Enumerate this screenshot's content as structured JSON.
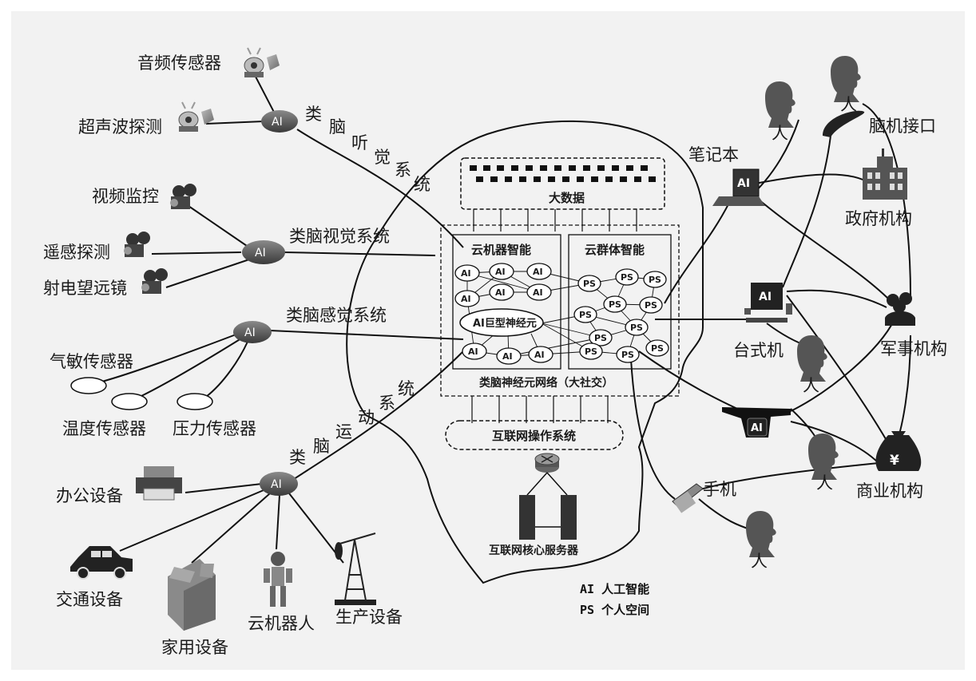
{
  "labels": {
    "audio_sensor": "音频传感器",
    "ultrasonic": "超声波探测",
    "video_monitor": "视频监控",
    "remote_sensing": "遥感探测",
    "radio_telescope": "射电望远镜",
    "gas_sensor": "气敏传感器",
    "temp_sensor": "温度传感器",
    "pressure_sensor": "压力传感器",
    "office": "办公设备",
    "traffic": "交通设备",
    "home": "家用设备",
    "robot": "云机器人",
    "production": "生产设备",
    "laptop": "笔记本",
    "person": "人",
    "bci": "脑机接口",
    "gov": "政府机构",
    "desktop": "台式机",
    "military": "军事机构",
    "business": "商业机构",
    "phone": "手机"
  },
  "systems": {
    "audio_chars": [
      "类",
      "脑",
      "听",
      "觉",
      "系",
      "统"
    ],
    "visual": "类脑视觉系统",
    "sense": "类脑感觉系统",
    "motion_chars": [
      "类",
      "脑",
      "运",
      "动",
      "系",
      "统"
    ]
  },
  "hub_label": "AI",
  "brain": {
    "big_data": "大数据",
    "cloud_machine": "云机器智能",
    "cloud_group": "云群体智能",
    "giant_neuron": "AI巨型神经元",
    "network": "类脑神经元网络（大社交）",
    "os": "互联网操作系统",
    "core_server": "互联网核心服务器",
    "ai_node": "AI",
    "ps_node": "PS"
  },
  "legend": {
    "line1": "AI  人工智能",
    "line2": "PS  个人空间"
  },
  "device_badges": {
    "laptop": "AI",
    "desktop": "AI",
    "glasses": "AI"
  }
}
